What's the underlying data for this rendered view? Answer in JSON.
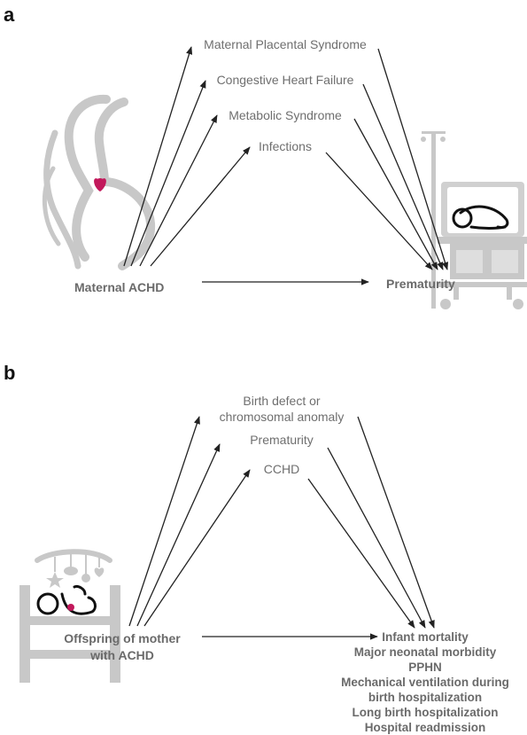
{
  "panel_a": {
    "letter": "a",
    "mediators": [
      "Maternal Placental Syndrome",
      "Congestive Heart Failure",
      "Metabolic Syndrome",
      "Infections"
    ],
    "source": "Maternal ACHD",
    "outcome": "Prematurity",
    "icons": [
      "pregnant-woman-icon",
      "heart-icon",
      "incubator-icon",
      "baby-icon"
    ]
  },
  "panel_b": {
    "letter": "b",
    "mediators": [
      "Birth defect or\nchromosomal anomaly",
      "Prematurity",
      "CCHD"
    ],
    "source": "Offspring of mother\nwith ACHD",
    "outcomes": [
      "Infant mortality",
      "Major neonatal morbidity",
      "PPHN",
      "Mechanical ventilation during",
      "birth hospitalization",
      "Long birth hospitalization",
      "Hospital readmission"
    ],
    "icons": [
      "crib-icon",
      "mobile-toy-icon",
      "baby-icon",
      "heart-icon"
    ]
  },
  "colors": {
    "icon_gray": "#c8c8c8",
    "heart": "#c2185b",
    "arrow": "#222222",
    "label": "#6f6f6f"
  }
}
